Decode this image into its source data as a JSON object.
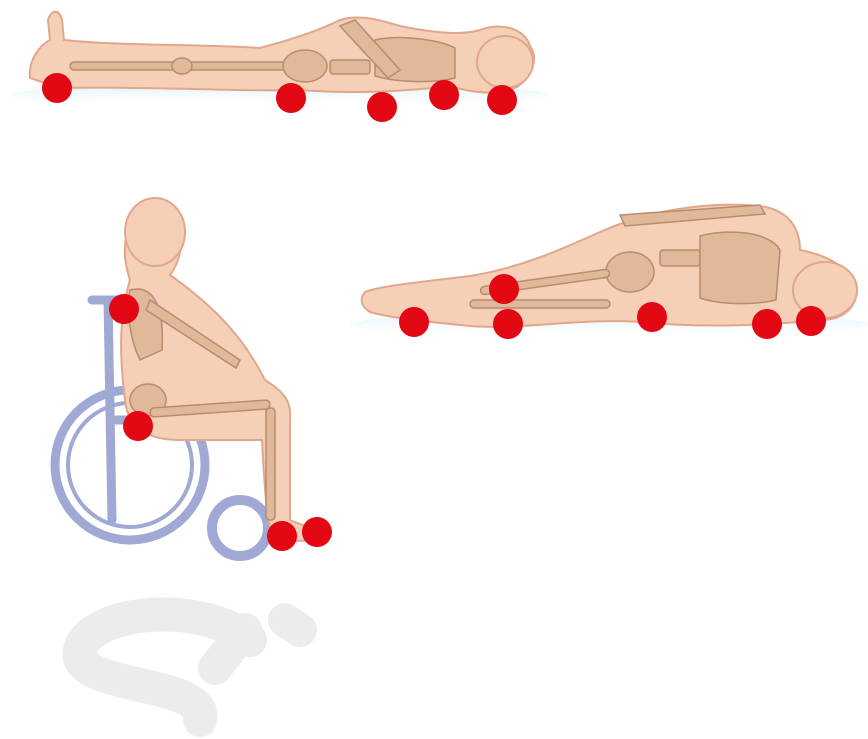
{
  "diagram": {
    "figures": [
      {
        "id": "supine",
        "pressure_points": [
          "heel",
          "sacrum",
          "elbow",
          "scapula",
          "occiput"
        ]
      },
      {
        "id": "seated-wheelchair",
        "pressure_points": [
          "scapula",
          "ischium",
          "heel",
          "toe"
        ]
      },
      {
        "id": "side-lying",
        "pressure_points": [
          "lateral-malleolus",
          "medial-knee",
          "lateral-knee",
          "greater-trochanter",
          "shoulder",
          "ear"
        ]
      }
    ],
    "colors": {
      "pressure_point": "#e30613",
      "skin": "#f6cfb7",
      "skin_outline": "#e0a78c",
      "bone": "#e2b89a",
      "bone_outline": "#b98b6f",
      "wheelchair": "#9fa9d4",
      "surface_shadow": "#bfe0f2",
      "watermark": "#ececec"
    }
  }
}
